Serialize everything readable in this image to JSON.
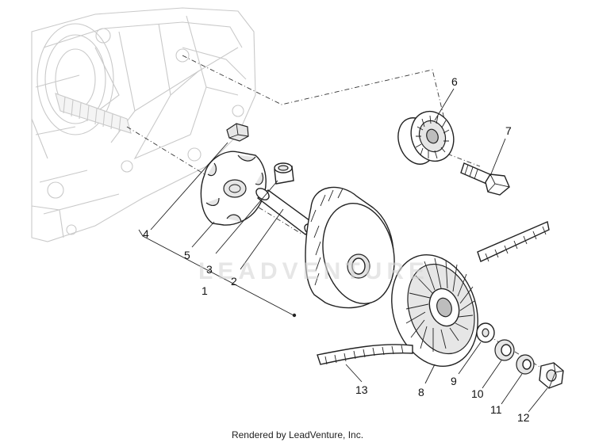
{
  "diagram": {
    "callouts": {
      "c1": "1",
      "c2": "2",
      "c3": "3",
      "c4": "4",
      "c5": "5",
      "c6": "6",
      "c7": "7",
      "c8": "8",
      "c9": "9",
      "c10": "10",
      "c11": "11",
      "c12": "12",
      "c13": "13"
    },
    "watermark": "LEADVENTURE"
  },
  "footer": {
    "credit": "Rendered by LeadVenture, Inc."
  }
}
